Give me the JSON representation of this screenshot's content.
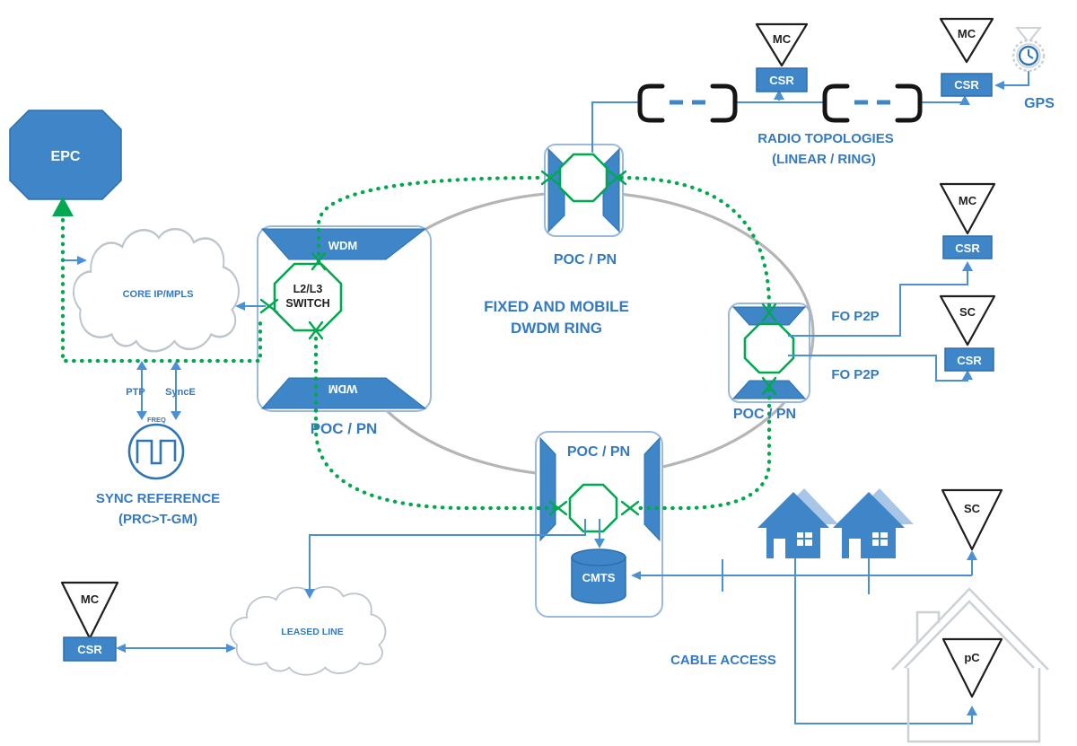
{
  "colors": {
    "node_blue": "#3e86c8",
    "line_blue": "#4a90d2",
    "label_blue": "#3579be",
    "green": "#00a84f",
    "ring_gray": "#b5b5b5",
    "outline_gray": "#ccd1d6",
    "black": "#1f1f1f"
  },
  "labels": {
    "epc": "EPC",
    "core_cloud": "CORE IP/MPLS",
    "wdm_top": "WDM",
    "wdm_bottom": "WDM",
    "switch_l1": "L2/L3",
    "switch_l2": "SWITCH",
    "poc_left": "POC / PN",
    "poc_top": "POC / PN",
    "poc_right": "POC / PN",
    "poc_bottom": "POC / PN",
    "ring_l1": "FIXED AND MOBILE",
    "ring_l2": "DWDM RING",
    "cmts": "CMTS",
    "radio_mc1": "MC",
    "radio_csr1": "CSR",
    "radio_mc2": "MC",
    "radio_csr2": "CSR",
    "gps": "GPS",
    "radio_t1": "RADIO TOPOLOGIES",
    "radio_t2": "(LINEAR / RING)",
    "fo1": "FO P2P",
    "fo2": "FO P2P",
    "fo_mc": "MC",
    "fo_csr_mc": "CSR",
    "fo_sc": "SC",
    "fo_csr_sc": "CSR",
    "ptp": "PTP",
    "synce": "SyncE",
    "freq": "FREQ",
    "sync_t1": "SYNC REFERENCE",
    "sync_t2": "(PRC>T-GM)",
    "leased_mc": "MC",
    "leased_csr": "CSR",
    "leased_cloud": "LEASED LINE",
    "cable": "CABLE ACCESS",
    "cable_sc": "SC",
    "cable_pc": "pC"
  }
}
